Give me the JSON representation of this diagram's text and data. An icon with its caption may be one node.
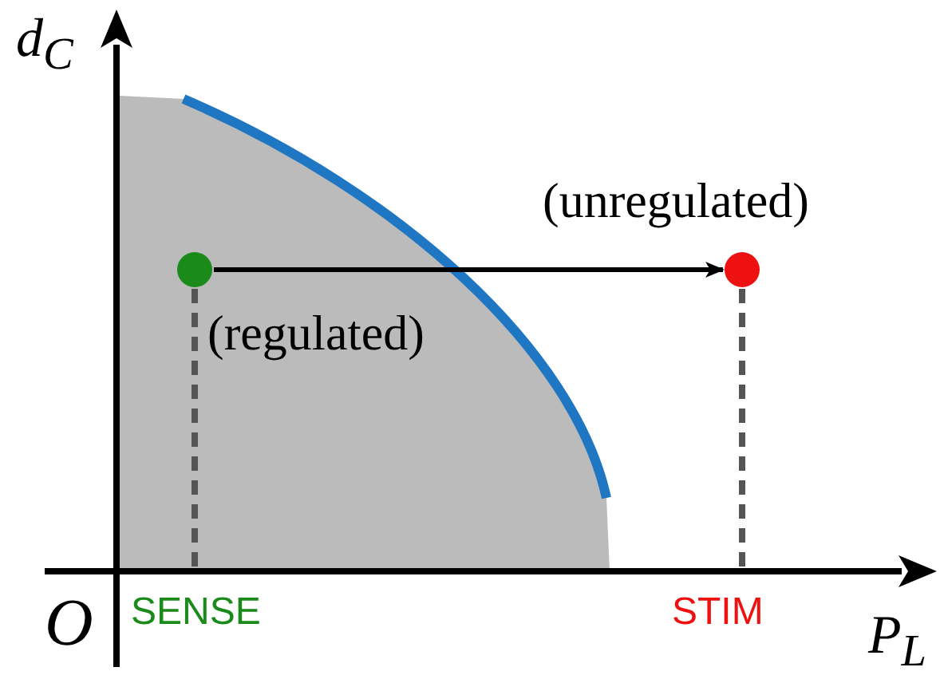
{
  "diagram": {
    "nodes": [
      {
        "text": [],
        "shape": "circle",
        "beside": [
          "(regulated)"
        ]
      },
      {
        "text": [],
        "shape": "circle",
        "beside": [
          "(unregulated)"
        ]
      }
    ],
    "edges": [
      {
        "from": 0,
        "to": 1,
        "arrow": "to"
      }
    ],
    "labels": [
      "d$_{C}$",
      "O",
      "SENSE",
      "STIM",
      "P$_{L}$"
    ]
  }
}
